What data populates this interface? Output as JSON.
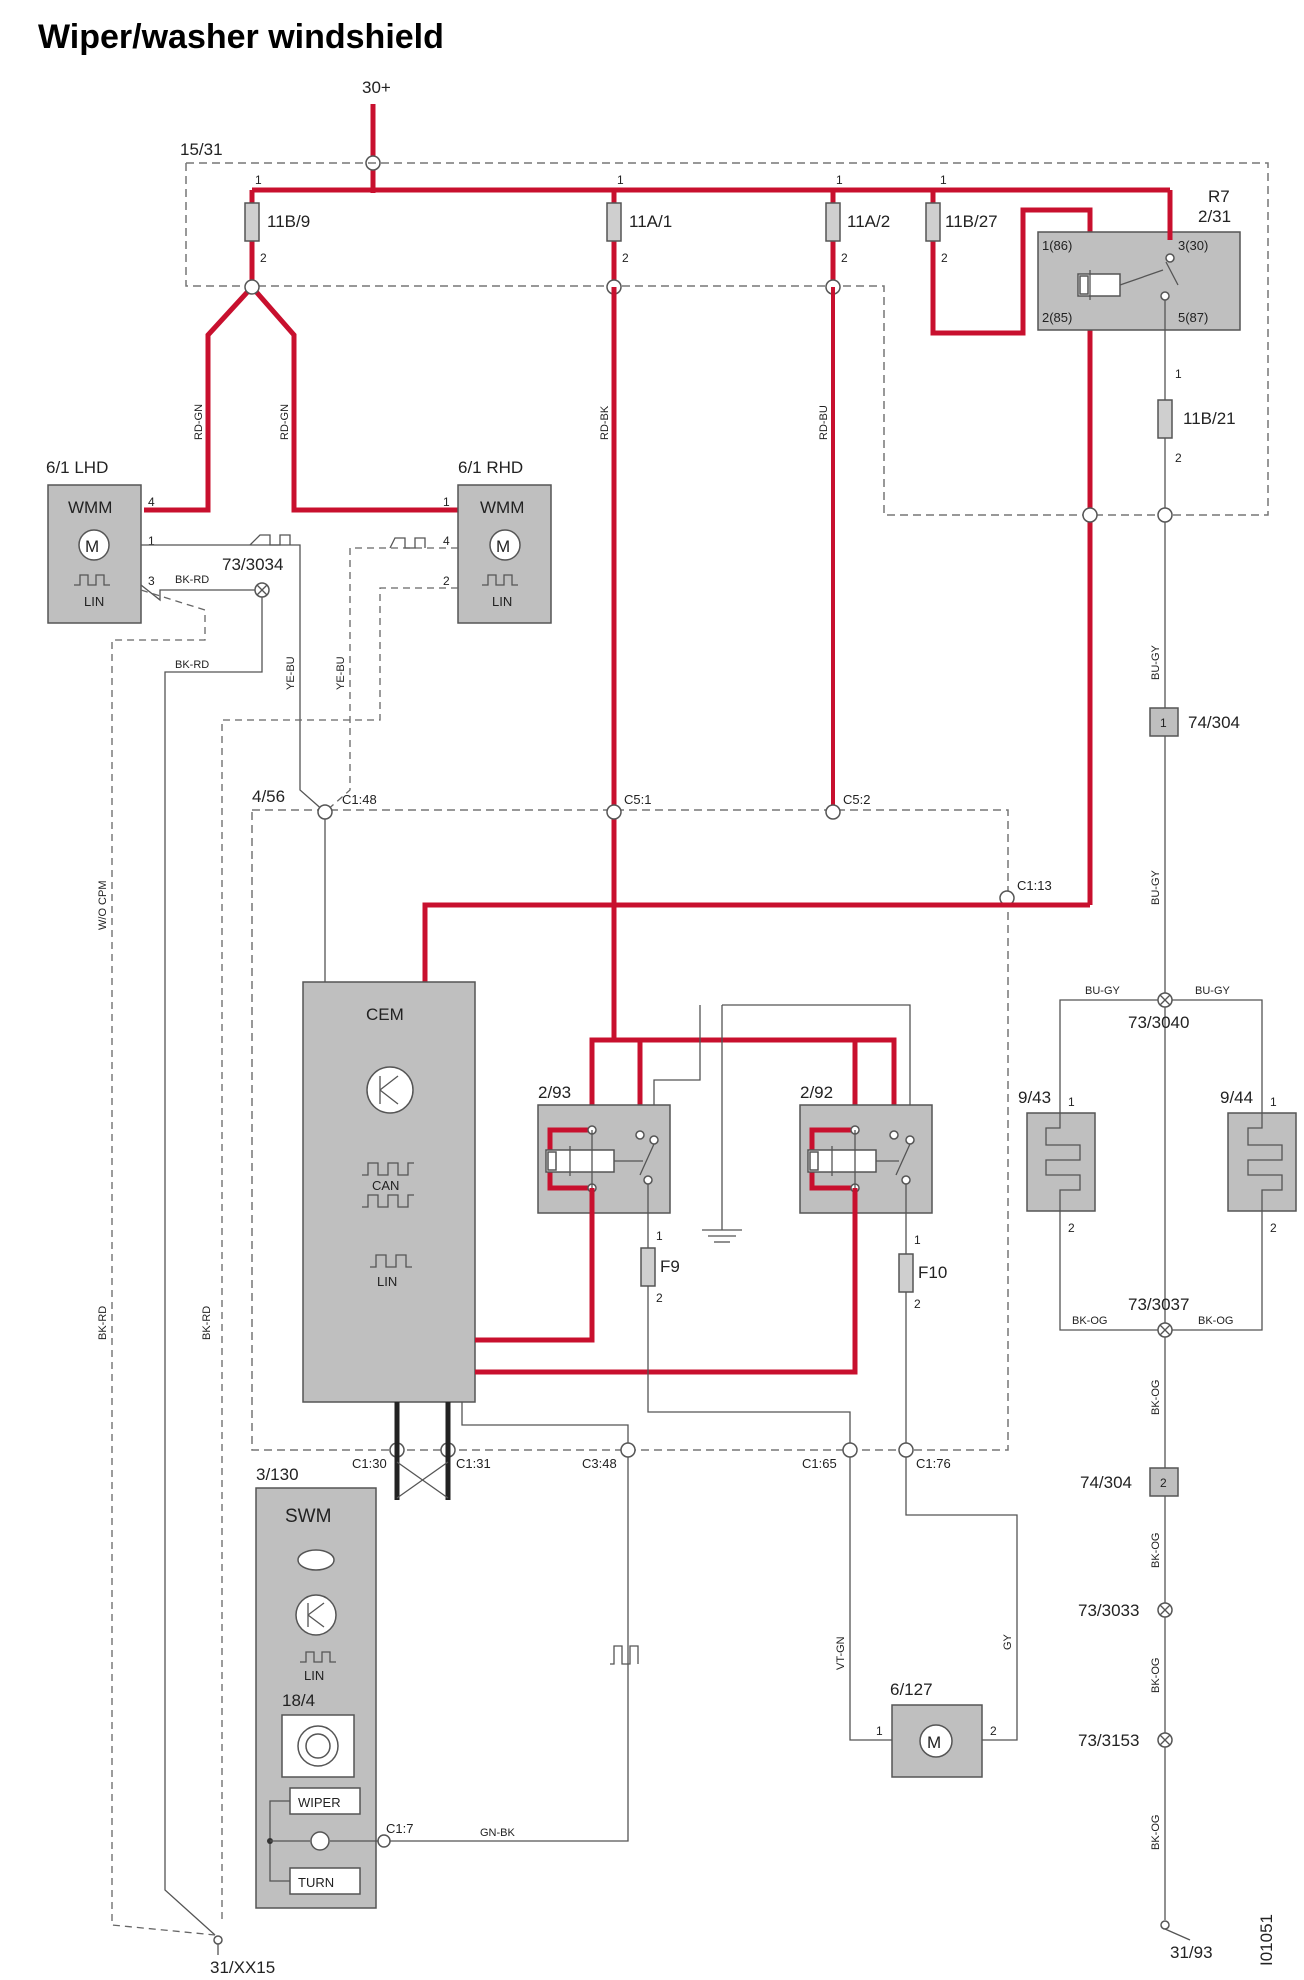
{
  "title": "Wiper/washer windshield",
  "drawing_id": "I01051",
  "supply": {
    "label": "30+"
  },
  "fuse_box": {
    "label": "15/31"
  },
  "fuses": [
    {
      "id": "11B/9",
      "pin1": "1",
      "pin2": "2"
    },
    {
      "id": "11A/1",
      "pin1": "1",
      "pin2": "2"
    },
    {
      "id": "11A/2",
      "pin1": "1",
      "pin2": "2"
    },
    {
      "id": "11B/27",
      "pin1": "1",
      "pin2": "2"
    },
    {
      "id": "11B/21",
      "pin1": "1",
      "pin2": "2"
    }
  ],
  "relay_r7": {
    "name": "R7",
    "code": "2/31",
    "pins": [
      "1(86)",
      "2(85)",
      "3(30)",
      "5(87)"
    ]
  },
  "wmm_lhd": {
    "code": "6/1 LHD",
    "label": "WMM",
    "lin": "LIN",
    "pins": [
      "4",
      "1",
      "3"
    ]
  },
  "wmm_rhd": {
    "code": "6/1 RHD",
    "label": "WMM",
    "lin": "LIN",
    "pins": [
      "1",
      "4",
      "2"
    ]
  },
  "motor_symbol": "M",
  "cem": {
    "code": "4/56",
    "label": "CEM",
    "can": "CAN",
    "lin": "LIN"
  },
  "connectors": [
    "C1:48",
    "C5:1",
    "C5:2",
    "C1:13",
    "C1:30",
    "C1:31",
    "C3:48",
    "C1:65",
    "C1:76",
    "C1:7"
  ],
  "relays": [
    {
      "code": "2/93"
    },
    {
      "code": "2/92"
    }
  ],
  "fuses_f": [
    {
      "id": "F9",
      "pin1": "1",
      "pin2": "2"
    },
    {
      "id": "F10",
      "pin1": "1",
      "pin2": "2"
    }
  ],
  "swm": {
    "code": "3/130",
    "label": "SWM",
    "lin": "LIN",
    "sub_code": "18/4",
    "wiper": "WIPER",
    "turn": "TURN"
  },
  "washer_pump": {
    "code": "6/127",
    "pin1": "1",
    "pin2": "2"
  },
  "heaters": [
    {
      "code": "9/43",
      "pin1": "1",
      "pin2": "2"
    },
    {
      "code": "9/44",
      "pin1": "1",
      "pin2": "2"
    }
  ],
  "splices": [
    "73/3034",
    "73/3040",
    "73/3037",
    "73/3033",
    "73/3153"
  ],
  "connector_74_304": {
    "code": "74/304",
    "pin_top": "1",
    "pin_bottom": "2"
  },
  "grounds": [
    "31/XX15",
    "31/93"
  ],
  "wire_colors": {
    "rd_gn": "RD-GN",
    "rd_bk": "RD-BK",
    "rd_bu": "RD-BU",
    "bk_rd": "BK-RD",
    "ye_bu": "YE-BU",
    "vt_gn": "VT-GN",
    "bu_gy": "BU-GY",
    "bk_og": "BK-OG",
    "gn_bk": "GN-BK",
    "gy": "GY",
    "wo_cpm": "W/O CPM"
  },
  "colors": {
    "power_wire": "#c8102e",
    "component_fill": "#bfbfbf"
  }
}
